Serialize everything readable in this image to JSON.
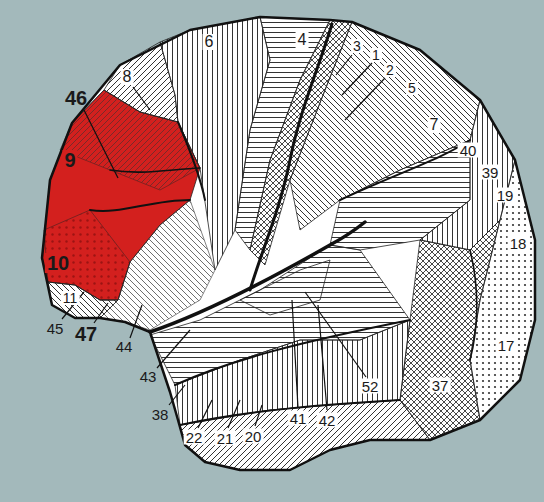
{
  "diagram": {
    "labels": [
      "46",
      "9",
      "8",
      "6",
      "4",
      "3",
      "1",
      "2",
      "5",
      "7",
      "40",
      "39",
      "19",
      "18",
      "10",
      "11",
      "45",
      "47",
      "44",
      "43",
      "38",
      "22",
      "21",
      "20",
      "41",
      "42",
      "52",
      "37",
      "17"
    ]
  }
}
